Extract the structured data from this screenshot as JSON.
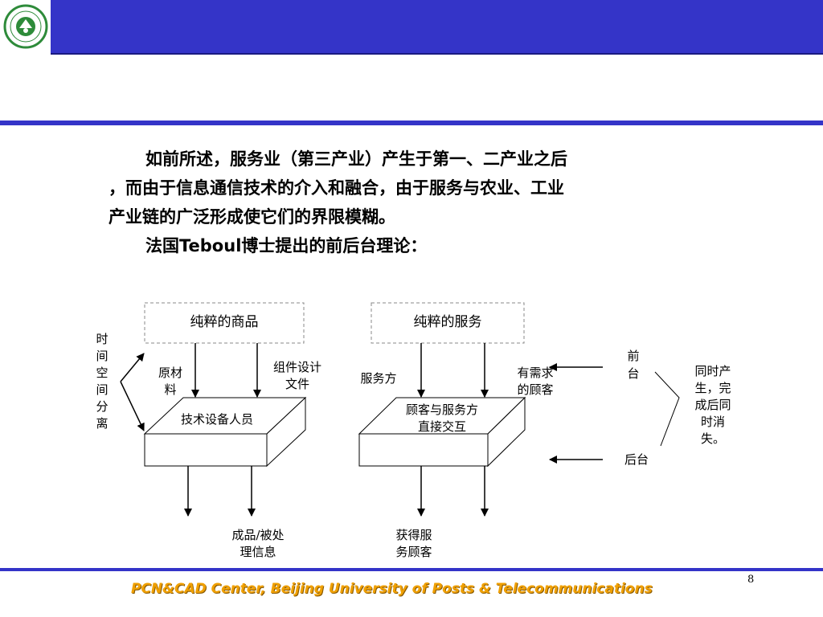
{
  "paragraphs": {
    "p1_line1": "如前所述，服务业（第三产业）产生于第一、二产业之后",
    "p1_line2": "，而由于信息通信技术的介入和融合，由于服务与农业、工业",
    "p1_line3": "产业链的广泛形成使它们的界限模糊。",
    "p2_before": "法国",
    "p2_name": "Teboul",
    "p2_after": "博士提出的前后台理论："
  },
  "diagram": {
    "left_box": "纯粹的商品",
    "right_box": "纯粹的服务",
    "left_block": "技术设备人员",
    "right_block_line1": "顾客与服务方",
    "right_block_line2": "直接交互",
    "time_space": [
      "时",
      "间",
      "空",
      "间",
      "分",
      "离"
    ],
    "raw_material": [
      "原材",
      "料"
    ],
    "component_design": [
      "组件设计",
      "文件"
    ],
    "service_side": "服务方",
    "demand_customer": [
      "有需求",
      "的顾客"
    ],
    "front": [
      "前",
      "台"
    ],
    "back": "后台",
    "simultaneous": [
      "同时产",
      "生，完",
      "成后同",
      "时消",
      "失。"
    ],
    "finished_product": [
      "成品/被处",
      "理信息"
    ],
    "served_customer": [
      "获得服",
      "务顾客"
    ]
  },
  "footer": {
    "text": "PCN&CAD Center, Beijing University of Posts & Telecommunications",
    "page_number": "8"
  },
  "colors": {
    "header_blue": "#3434c8",
    "footer_orange": "#f0a000",
    "logo_green": "#2e8b3a"
  },
  "icons": {
    "logo": "university-seal-icon"
  }
}
